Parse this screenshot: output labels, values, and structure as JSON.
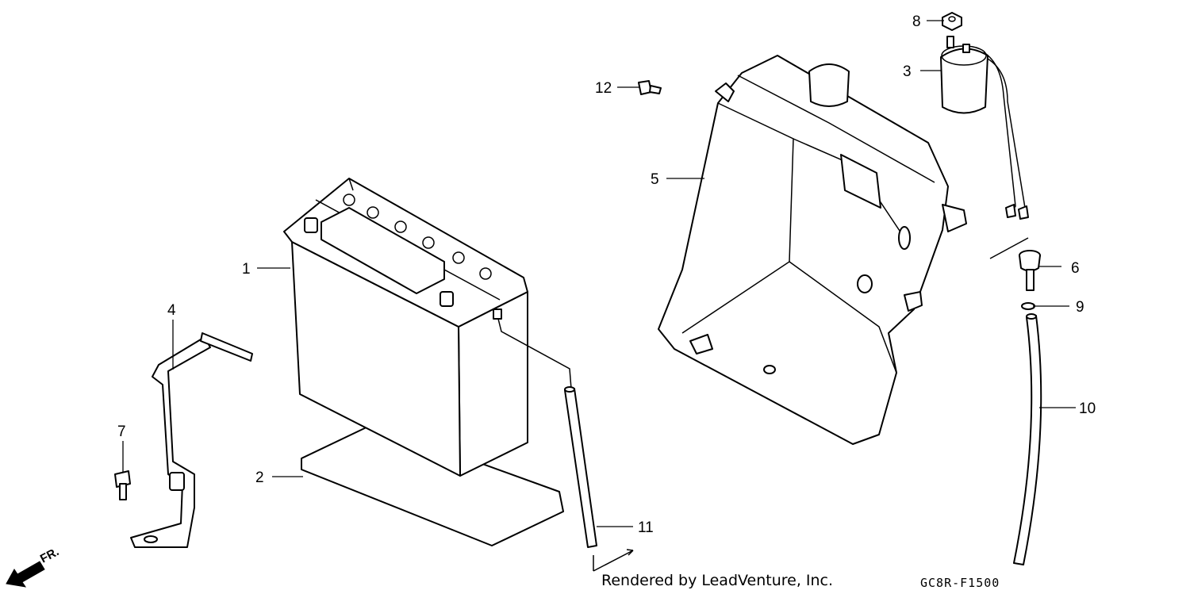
{
  "callouts": {
    "c1": "1",
    "c2": "2",
    "c3": "3",
    "c4": "4",
    "c5": "5",
    "c6": "6",
    "c7": "7",
    "c8": "8",
    "c9": "9",
    "c10": "10",
    "c11": "11",
    "c12": "12"
  },
  "direction_label": "FR.",
  "credit": "Rendered by LeadVenture, Inc.",
  "diagram_code": "GC8R-F1500"
}
